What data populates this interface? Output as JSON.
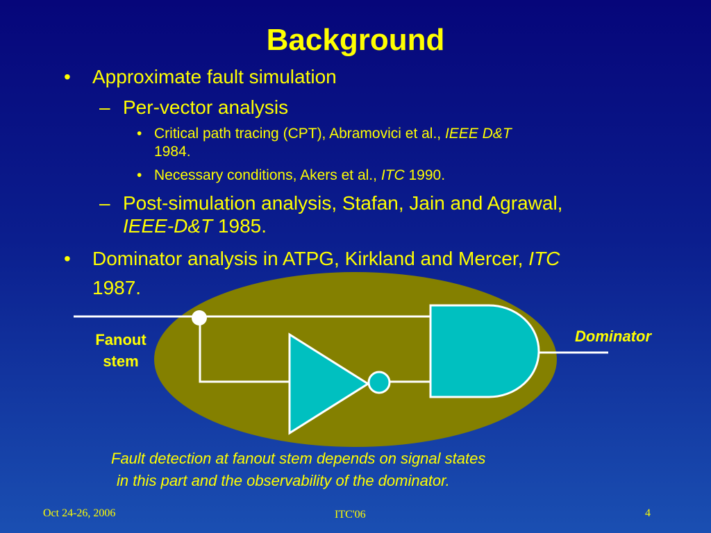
{
  "title": "Background",
  "bullets": {
    "b1": {
      "marker": "•",
      "text": "Approximate fault simulation"
    },
    "b1_1": {
      "marker": "–",
      "text": "Per-vector analysis"
    },
    "b1_1_1": {
      "marker": "•",
      "text_pre": "Critical path tracing (CPT), Abramovici et al., ",
      "italic": "IEEE D&T",
      "text_post": "1984."
    },
    "b1_1_2": {
      "marker": "•",
      "text_pre": "Necessary conditions, Akers et al., ",
      "italic": "ITC",
      "text_post": " 1990."
    },
    "b1_2": {
      "marker": "–",
      "text_pre": "Post-simulation analysis, Stafan, Jain and Agrawal,",
      "italic": "IEEE-D&T",
      "text_post": " 1985."
    },
    "b2": {
      "marker": "•",
      "text_pre": "Dominator analysis in ATPG, Kirkland and Mercer, ",
      "italic": "ITC",
      "text_post": "1987."
    }
  },
  "diagram": {
    "fanout_label_1": "Fanout",
    "fanout_label_2": "stem",
    "dominator_label": "Dominator",
    "colors": {
      "region": "#848000",
      "gate_fill": "#00c0c0",
      "wire": "#ffffff"
    }
  },
  "caption": {
    "line1": "Fault detection at fanout stem depends on signal states",
    "line2": "in this part and the observability of the dominator."
  },
  "footer": {
    "date": "Oct 24-26, 2006",
    "conference": "ITC'06",
    "page": "4"
  }
}
